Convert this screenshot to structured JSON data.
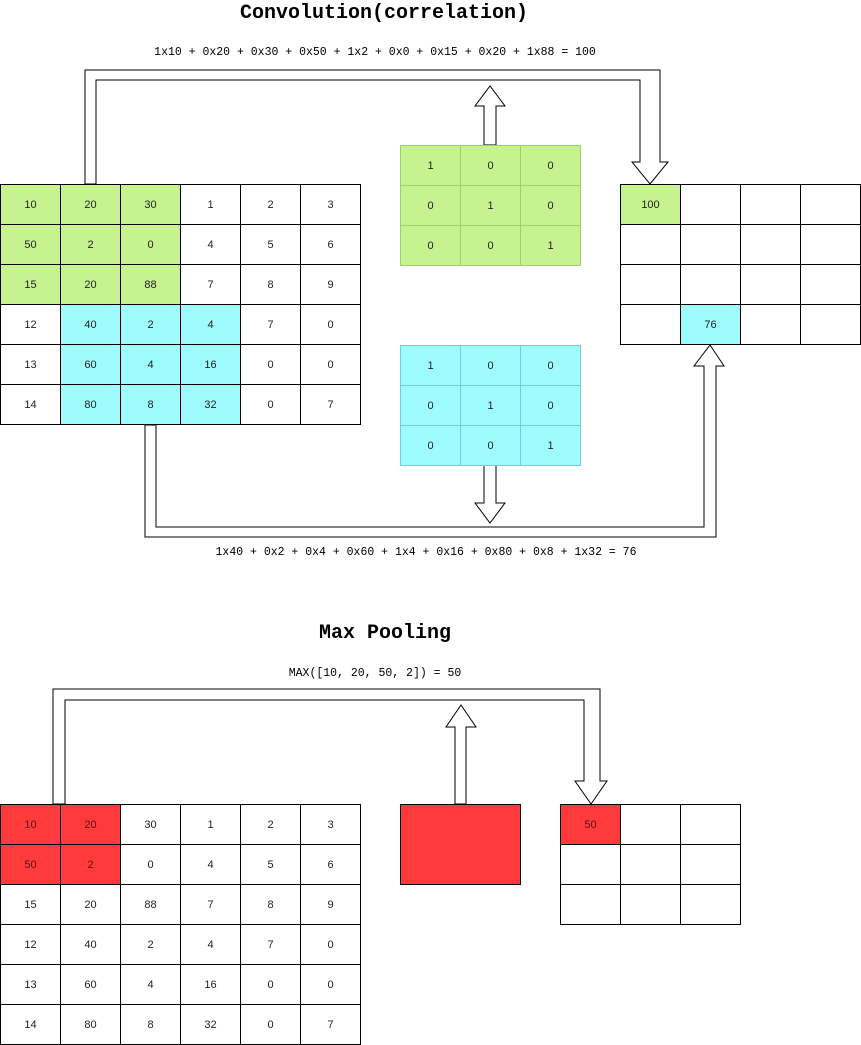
{
  "conv": {
    "title": "Convolution(correlation)",
    "formula_top": "1x10 + 0x20 + 0x30 + 0x50 + 1x2 + 0x0 + 0x15 + 0x20 + 1x88 = 100",
    "formula_bottom": "1x40 + 0x2 + 0x4 + 0x60 + 1x4 + 0x16 + 0x80 + 0x8 + 1x32 = 76",
    "input": [
      [
        "10",
        "20",
        "30",
        "1",
        "2",
        "3"
      ],
      [
        "50",
        "2",
        "0",
        "4",
        "5",
        "6"
      ],
      [
        "15",
        "20",
        "88",
        "7",
        "8",
        "9"
      ],
      [
        "12",
        "40",
        "2",
        "4",
        "7",
        "0"
      ],
      [
        "13",
        "60",
        "4",
        "16",
        "0",
        "0"
      ],
      [
        "14",
        "80",
        "8",
        "32",
        "0",
        "7"
      ]
    ],
    "kernel_top": [
      [
        "1",
        "0",
        "0"
      ],
      [
        "0",
        "1",
        "0"
      ],
      [
        "0",
        "0",
        "1"
      ]
    ],
    "kernel_bottom": [
      [
        "1",
        "0",
        "0"
      ],
      [
        "0",
        "1",
        "0"
      ],
      [
        "0",
        "0",
        "1"
      ]
    ],
    "output": [
      [
        "100",
        "",
        "",
        ""
      ],
      [
        "",
        "",
        "",
        ""
      ],
      [
        "",
        "",
        "",
        ""
      ],
      [
        "",
        "76",
        "",
        ""
      ]
    ],
    "highlight_color_green": "#c6f28f",
    "highlight_color_cyan": "#9efcff"
  },
  "pool": {
    "title": "Max Pooling",
    "formula": "MAX([10, 20, 50, 2]) = 50",
    "input": [
      [
        "10",
        "20",
        "30",
        "1",
        "2",
        "3"
      ],
      [
        "50",
        "2",
        "0",
        "4",
        "5",
        "6"
      ],
      [
        "15",
        "20",
        "88",
        "7",
        "8",
        "9"
      ],
      [
        "12",
        "40",
        "2",
        "4",
        "7",
        "0"
      ],
      [
        "13",
        "60",
        "4",
        "16",
        "0",
        "0"
      ],
      [
        "14",
        "80",
        "8",
        "32",
        "0",
        "7"
      ]
    ],
    "output": [
      [
        "50",
        "",
        ""
      ],
      [
        "",
        "",
        ""
      ],
      [
        "",
        "",
        ""
      ]
    ],
    "highlight_color_red": "#ff3a3a"
  }
}
